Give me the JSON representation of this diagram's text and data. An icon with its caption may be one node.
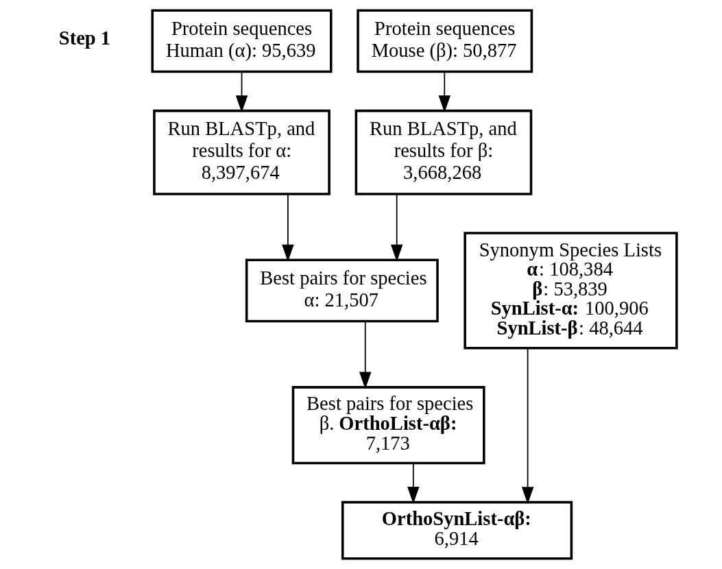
{
  "diagram": {
    "nodes": [
      {
        "text": [
          "Protein sequences Human (α): 95,639"
        ]
      },
      {
        "text": [
          "Protein sequences Mouse (β): 50,877"
        ]
      },
      {
        "text": [
          "Run BLASTp, and results for α: 8,397,674"
        ]
      },
      {
        "text": [
          "Run BLASTp, and results for β: 3,668,268"
        ]
      },
      {
        "text": [
          "Best pairs for species α: 21,507"
        ]
      },
      {
        "text": [
          "Best pairs for species β. **OrthoList-αβ:** 7,173"
        ]
      },
      {
        "text": [
          "Synonym Species Lists",
          "**α**: 108,384",
          "**β**: 53,839",
          "**SynList-α:** 100,906",
          "**SynList-β**: 48,644"
        ]
      },
      {
        "text": [
          "**OrthoSynList-αβ:** 6,914"
        ]
      }
    ],
    "edges": [
      {
        "from": 0,
        "to": 2,
        "arrow": "to"
      },
      {
        "from": 1,
        "to": 3,
        "arrow": "to"
      },
      {
        "from": 2,
        "to": 4,
        "arrow": "to"
      },
      {
        "from": 3,
        "to": 4,
        "arrow": "to"
      },
      {
        "from": 4,
        "to": 5,
        "arrow": "to"
      },
      {
        "from": 5,
        "to": 7,
        "arrow": "to"
      },
      {
        "from": 6,
        "to": 7,
        "arrow": "to"
      }
    ],
    "labels": [
      "Step 1"
    ]
  }
}
